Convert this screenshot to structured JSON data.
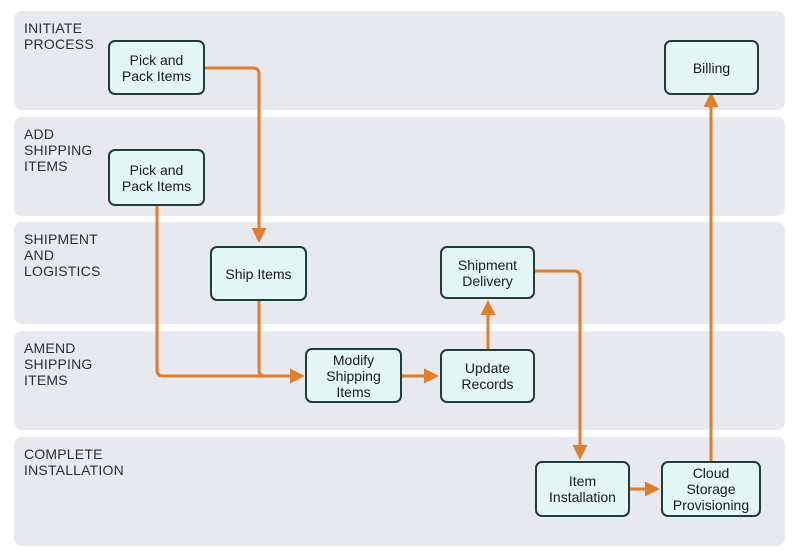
{
  "colors": {
    "lane_background": "#e8e9ee",
    "node_fill": "#e3f6f3",
    "node_border": "#1f3d3a",
    "connector": "#e07d2e"
  },
  "lanes": [
    {
      "label": "INITIATE\nPROCESS"
    },
    {
      "label": "ADD\nSHIPPING\nITEMS"
    },
    {
      "label": "SHIPMENT\nAND\nLOGISTICS"
    },
    {
      "label": "AMEND\nSHIPPING\nITEMS"
    },
    {
      "label": "COMPLETE\nINSTALLATION"
    }
  ],
  "nodes": {
    "pick_pack_1": "Pick and\nPack Items",
    "billing": "Billing",
    "pick_pack_2": "Pick and\nPack Items",
    "ship_items": "Ship Items",
    "shipment_delivery": "Shipment\nDelivery",
    "modify_shipping": "Modify\nShipping\nItems",
    "update_records": "Update\nRecords",
    "item_installation": "Item\nInstallation",
    "cloud_storage": "Cloud\nStorage\nProvisioning"
  },
  "connections": [
    {
      "from": "Pick and Pack Items",
      "to": "Ship Items"
    },
    {
      "from": "Ship Items",
      "to": "Modify Shipping Items"
    },
    {
      "from": "Pick and Pack Items",
      "to": "Modify Shipping Items"
    },
    {
      "from": "Modify Shipping Items",
      "to": "Update Records"
    },
    {
      "from": "Update Records",
      "to": "Shipment Delivery"
    },
    {
      "from": "Shipment Delivery",
      "to": "Item Installation"
    },
    {
      "from": "Item Installation",
      "to": "Cloud Storage Provisioning"
    },
    {
      "from": "Cloud Storage Provisioning",
      "to": "Billing"
    }
  ]
}
